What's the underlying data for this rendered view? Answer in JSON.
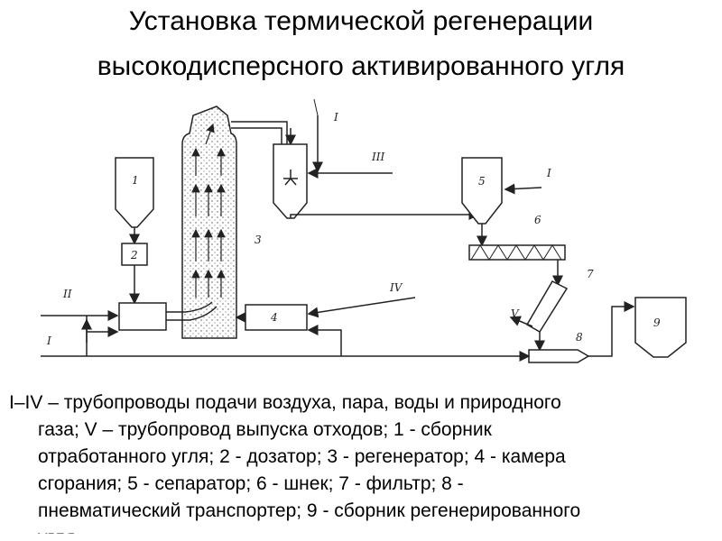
{
  "title": {
    "line1": "Установка термической регенерации",
    "line2": "высокодисперсного активированного угля"
  },
  "labels": {
    "n1": "1",
    "n2": "2",
    "n3": "3",
    "n4": "4",
    "n5": "5",
    "n6": "6",
    "n7": "7",
    "n8": "8",
    "n9": "9",
    "r1a": "I",
    "r1b": "I",
    "r1c": "I",
    "r2": "II",
    "r3": "III",
    "r4": "IV",
    "r5": "V"
  },
  "caption": {
    "lines": [
      "I–IV – трубопроводы подачи воздуха, пара, воды и природного",
      "газа; V – трубопровод выпуска отходов; 1 - сборник",
      "отработанного угля; 2 - дозатор; 3 - регенератор; 4 - камера",
      "сгорания; 5 - сепаратор; 6 - шнек; 7 - фильтр; 8 -",
      "пневматический транспортер; 9 - сборник регенерированного",
      "угля"
    ]
  }
}
